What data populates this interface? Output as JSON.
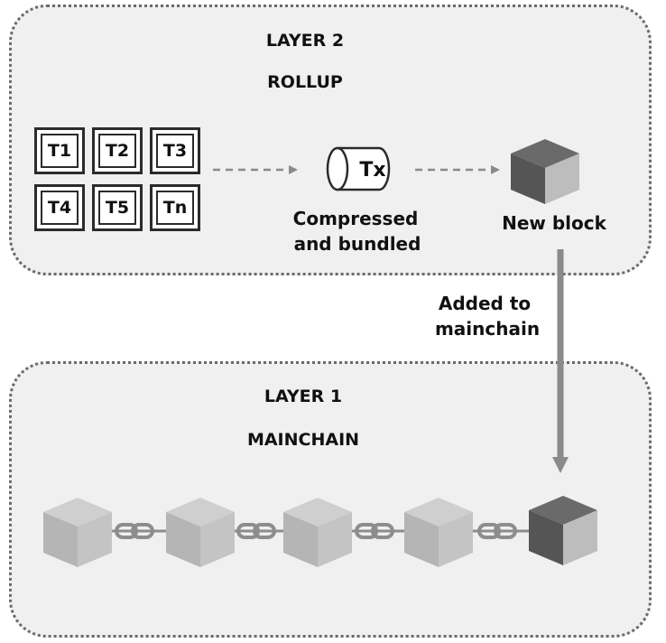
{
  "layer2": {
    "title": "LAYER 2",
    "subtitle": "ROLLUP",
    "transactions": [
      "T1",
      "T2",
      "T3",
      "T4",
      "T5",
      "Tn"
    ],
    "tx_label": "Tx",
    "compressed_label_line1": "Compressed",
    "compressed_label_line2": "and bundled",
    "new_block_label": "New block"
  },
  "connector": {
    "label_line1": "Added to",
    "label_line2": "mainchain"
  },
  "layer1": {
    "title": "LAYER 1",
    "subtitle": "MAINCHAIN",
    "block_count": 5
  },
  "colors": {
    "panel_bg": "#f0f0f0",
    "panel_border": "#6a6a6a",
    "block_light_top": "#cfcfcf",
    "block_light_left": "#b5b5b5",
    "block_light_right": "#c4c4c4",
    "block_dark_top": "#6a6a6a",
    "block_dark_left": "#555555",
    "block_dark_right": "#bdbdbd",
    "arrow": "#8a8a8a"
  }
}
